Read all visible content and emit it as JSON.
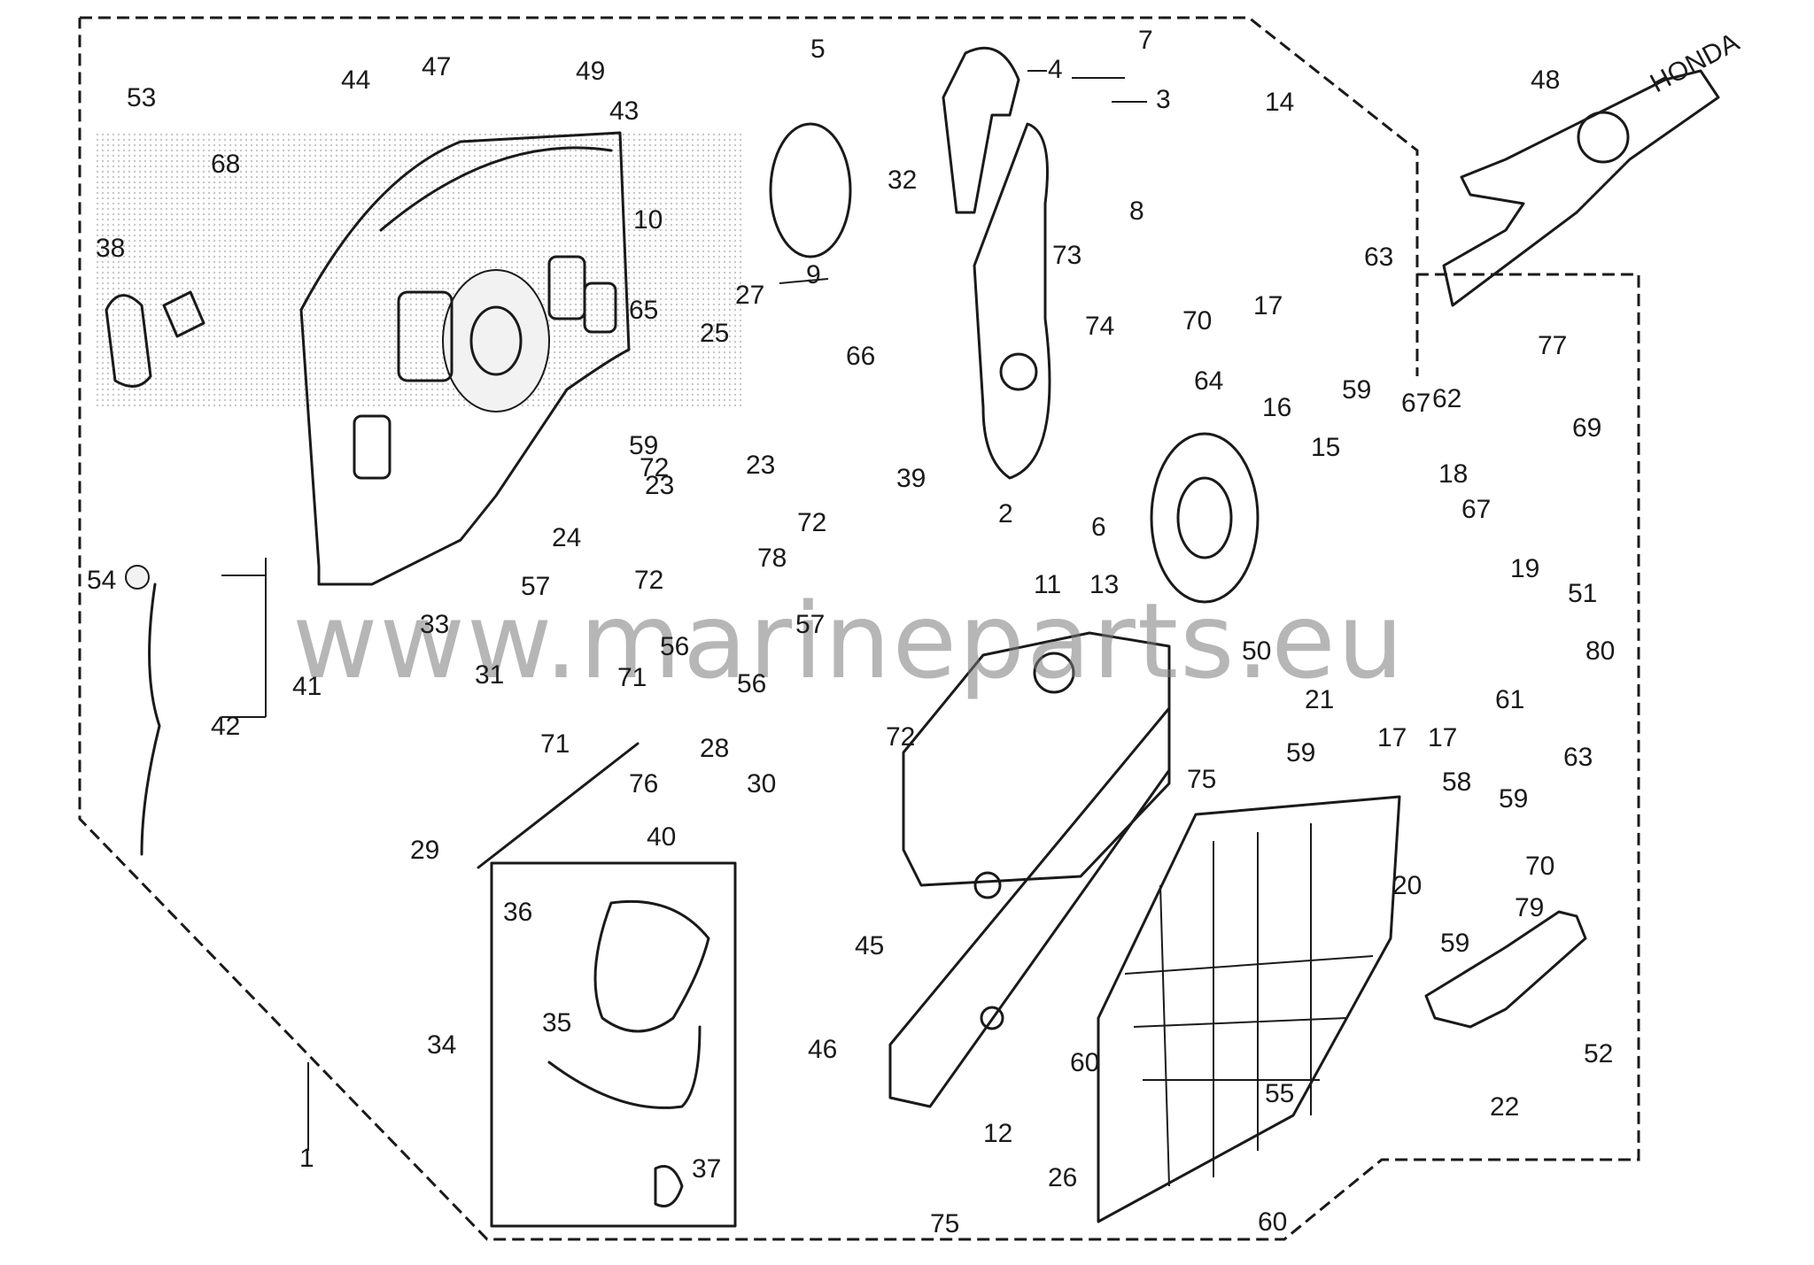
{
  "diagram": {
    "watermark": "www.marineparts.eu",
    "brand_mark": "HONDA",
    "part_labels": [
      "1",
      "2",
      "3",
      "4",
      "5",
      "6",
      "7",
      "8",
      "9",
      "10",
      "11",
      "12",
      "13",
      "14",
      "15",
      "16",
      "17",
      "17",
      "17",
      "18",
      "19",
      "20",
      "21",
      "22",
      "23",
      "23",
      "24",
      "25",
      "26",
      "27",
      "28",
      "29",
      "30",
      "31",
      "32",
      "33",
      "34",
      "35",
      "36",
      "37",
      "38",
      "39",
      "40",
      "41",
      "42",
      "43",
      "44",
      "45",
      "46",
      "47",
      "48",
      "49",
      "50",
      "51",
      "52",
      "53",
      "54",
      "55",
      "56",
      "56",
      "57",
      "57",
      "58",
      "59",
      "59",
      "59",
      "59",
      "59",
      "60",
      "60",
      "61",
      "62",
      "63",
      "63",
      "64",
      "65",
      "66",
      "67",
      "67",
      "68",
      "69",
      "70",
      "70",
      "71",
      "71",
      "72",
      "72",
      "72",
      "72",
      "73",
      "74",
      "75",
      "75",
      "76",
      "77",
      "78",
      "79",
      "80"
    ]
  }
}
